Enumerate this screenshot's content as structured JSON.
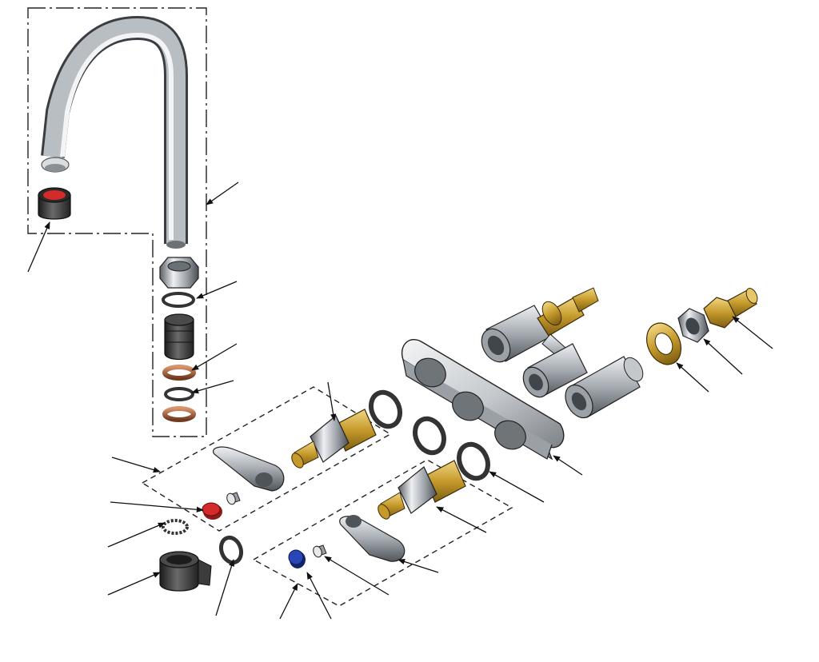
{
  "diagram": {
    "kind": "exploded-view",
    "subject": "faucet-assembly",
    "style": "shaded-3d-render",
    "callout_labels_printed": false,
    "colors": {
      "chrome": "#8e949a",
      "chrome_light": "#e6e9ec",
      "chrome_dark": "#4d5257",
      "brass": "#c59a2b",
      "brass_light": "#e8c66a",
      "copper": "#a9603a",
      "red_index": "#d32a2a",
      "blue_index": "#2846b8",
      "black": "#232323",
      "line": "#1a1a1a",
      "background": "#ffffff"
    },
    "parts": [
      {
        "id": "gooseneck-spout",
        "icon": "gooseneck-spout-icon"
      },
      {
        "id": "aerator",
        "icon": "aerator-icon"
      },
      {
        "id": "spout-nut",
        "icon": "hex-nut-icon"
      },
      {
        "id": "spout-o-ring",
        "icon": "o-ring-icon"
      },
      {
        "id": "spout-sleeve",
        "icon": "sleeve-icon"
      },
      {
        "id": "spout-washers",
        "icon": "washer-icon"
      },
      {
        "id": "valve-body",
        "icon": "valve-body-icon"
      },
      {
        "id": "flange-washer",
        "icon": "washer-icon"
      },
      {
        "id": "lock-nut",
        "icon": "hex-nut-icon"
      },
      {
        "id": "supply-coupling",
        "icon": "coupling-icon"
      },
      {
        "id": "escutcheon-plate",
        "icon": "escutcheon-icon"
      },
      {
        "id": "hot-cartridge",
        "icon": "cartridge-icon"
      },
      {
        "id": "cold-cartridge",
        "icon": "cartridge-icon"
      },
      {
        "id": "cartridge-rings",
        "icon": "o-ring-icon"
      },
      {
        "id": "hot-lever-handle",
        "icon": "lever-handle-icon"
      },
      {
        "id": "cold-lever-handle",
        "icon": "lever-handle-icon"
      },
      {
        "id": "handle-screws",
        "icon": "screw-icon"
      },
      {
        "id": "hot-index-button",
        "icon": "index-button-icon"
      },
      {
        "id": "cold-index-button",
        "icon": "index-button-icon"
      },
      {
        "id": "lock-washer",
        "icon": "lock-washer-icon"
      },
      {
        "id": "bonnet",
        "icon": "bonnet-icon"
      },
      {
        "id": "bonnet-ring",
        "icon": "o-ring-icon"
      }
    ],
    "callout_count": 20
  }
}
